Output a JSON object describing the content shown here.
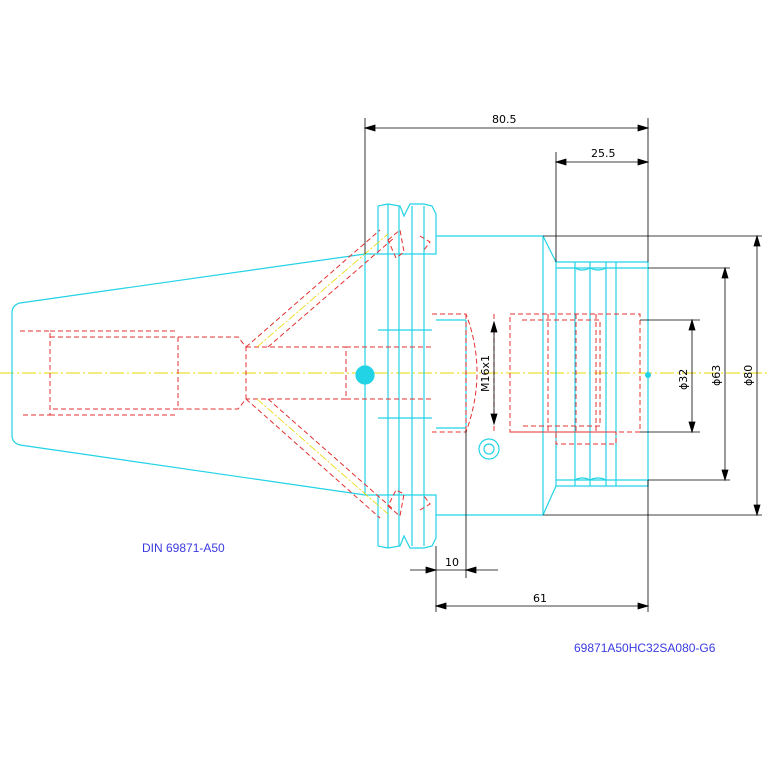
{
  "drawing": {
    "standard_label": "DIN 69871-A50",
    "part_number": "69871A50HC32SA080-G6",
    "dimensions": {
      "overall_length": "80.5",
      "nose_length": "25.5",
      "thread": "M16x1",
      "bore_dia": "ϕ32",
      "clamp_dia": "ϕ63",
      "body_dia": "ϕ80",
      "flange_offset": "10",
      "body_length": "61"
    },
    "colors": {
      "outline": "#22d3e6",
      "hidden": "#e53030",
      "centerline": "#e8d800",
      "dimension": "#000000",
      "text": "#3a3ae0"
    }
  }
}
